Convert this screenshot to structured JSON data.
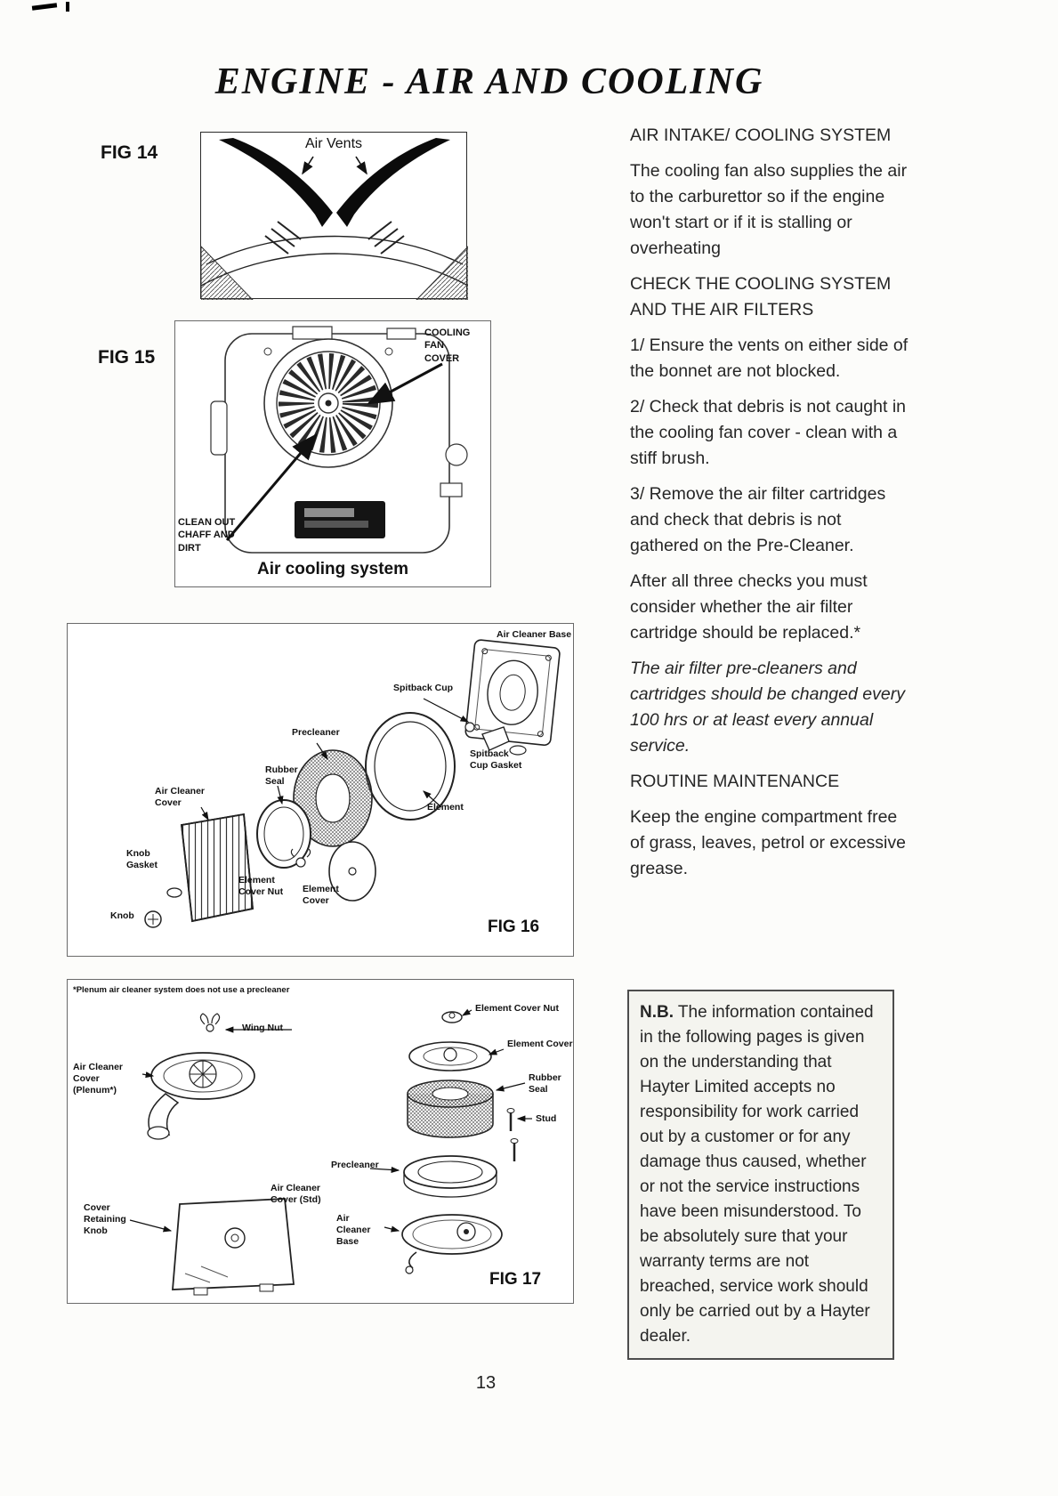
{
  "page": {
    "title": "ENGINE -  AIR AND COOLING",
    "page_number": "13"
  },
  "fig14": {
    "label": "FIG 14",
    "air_vents": "Air Vents"
  },
  "fig15": {
    "label": "FIG 15",
    "cooling_fan_cover": "COOLING\nFAN\nCOVER",
    "clean_out": "CLEAN OUT\nCHAFF AND\nDIRT",
    "caption": "Air cooling system"
  },
  "fig16": {
    "label": "FIG 16",
    "parts": {
      "air_cleaner_base": "Air Cleaner Base",
      "spitback_cup": "Spitback Cup",
      "precleaner": "Precleaner",
      "spitback_cup_gasket": "Spitback\nCup Gasket",
      "rubber_seal": "Rubber\nSeal",
      "element": "Element",
      "air_cleaner_cover": "Air Cleaner\nCover",
      "knob_gasket": "Knob\nGasket",
      "element_cover_nut": "Element\nCover Nut",
      "element_cover": "Element\nCover",
      "knob": "Knob"
    }
  },
  "fig17": {
    "label": "FIG 17",
    "footnote": "*Plenum air cleaner system does not use a precleaner",
    "parts": {
      "wing_nut": "Wing Nut",
      "element_cover_nut": "Element Cover Nut",
      "element_cover": "Element Cover",
      "rubber_seal": "Rubber\nSeal",
      "stud": "Stud",
      "air_cleaner_cover_plenum": "Air Cleaner\nCover\n(Plenum*)",
      "precleaner": "Precleaner",
      "air_cleaner_cover_std": "Air Cleaner\nCover (Std)",
      "air_cleaner_base": "Air\nCleaner\nBase",
      "cover_retaining_knob": "Cover\nRetaining\nKnob"
    }
  },
  "text": {
    "h1": "AIR INTAKE/ COOLING SYSTEM",
    "p1": "The cooling fan also supplies the air to the carburettor so if the engine won't start or if it is stalling or overheating",
    "h2": "CHECK THE COOLING SYSTEM AND THE AIR FILTERS",
    "item1": "1/ Ensure the vents on either side of the bonnet are not blocked.",
    "item2": "2/ Check that debris is not caught in the cooling fan cover - clean with a stiff brush.",
    "item3": "3/ Remove the air filter cartridges and check that debris is not gathered on the Pre-Cleaner.",
    "p2": "After all three checks you must consider whether the air filter cartridge should be replaced.*",
    "p3": "The air filter pre-cleaners and cartridges should be changed every 100 hrs or at least every annual service.",
    "h3": "ROUTINE MAINTENANCE",
    "p4": "Keep the engine compartment free of grass, leaves, petrol or excessive grease."
  },
  "nb": {
    "prefix": "N.B.",
    "body": " The information contained in the following pages is given on the understanding that Hayter Limited accepts no responsibility for work carried out by a customer or for any damage thus caused, whether or not the service instructions have been misunderstood. To be absolutely sure that your warranty terms are not breached, service work should only be carried out by a Hayter dealer."
  }
}
